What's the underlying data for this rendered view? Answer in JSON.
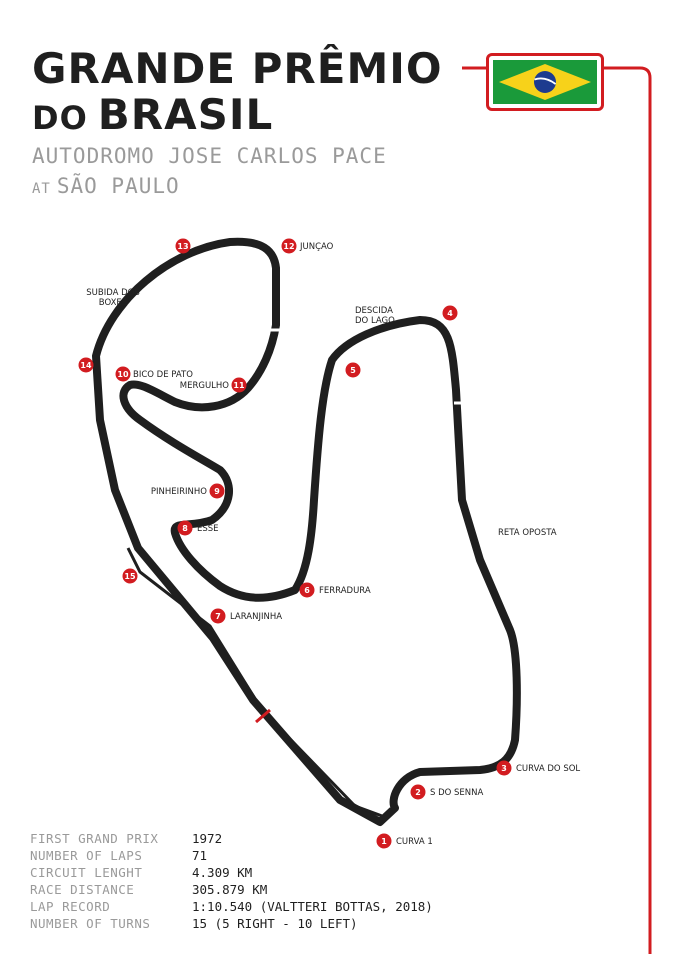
{
  "title": {
    "line1": "GRANDE PRÊMIO",
    "line2_small": "DO",
    "line2_big": "BRASIL"
  },
  "subtitle": {
    "circuit": "AUTODROMO JOSE CARLOS PACE",
    "at": "AT",
    "city": "SÃO PAULO"
  },
  "flag": {
    "icon": "brazil-flag-icon",
    "green": "#1a9a3a",
    "yellow": "#f7d21a",
    "blue": "#1d3b8f"
  },
  "colors": {
    "accent": "#d21c20",
    "track": "#1f1f1f"
  },
  "corners": [
    {
      "num": "1",
      "name": "CURVA 1"
    },
    {
      "num": "2",
      "name": "S DO SENNA"
    },
    {
      "num": "3",
      "name": "CURVA DO SOL"
    },
    {
      "num": "4",
      "name": "DESCIDA"
    },
    {
      "num": "5",
      "name": ""
    },
    {
      "num": "6",
      "name": "FERRADURA"
    },
    {
      "num": "7",
      "name": "LARANJINHA"
    },
    {
      "num": "8",
      "name": "ESSE"
    },
    {
      "num": "9",
      "name": "PINHEIRINHO"
    },
    {
      "num": "10",
      "name": "BICO DE PATO"
    },
    {
      "num": "11",
      "name": "MERGULHO"
    },
    {
      "num": "12",
      "name": "JUNÇAO"
    },
    {
      "num": "13",
      "name": ""
    },
    {
      "num": "14",
      "name": ""
    },
    {
      "num": "15",
      "name": ""
    }
  ],
  "extra_labels": {
    "descida_line2": "DO LAGO",
    "reta_oposta": "RETA OPOSTA",
    "subida_line1": "SUBIDA DOS",
    "subida_line2": "BOXES"
  },
  "stats": [
    {
      "label": "FIRST GRAND PRIX",
      "value": "1972"
    },
    {
      "label": "NUMBER OF LAPS",
      "value": "71"
    },
    {
      "label": "CIRCUIT LENGHT",
      "value": "4.309 KM"
    },
    {
      "label": "RACE DISTANCE",
      "value": "305.879 KM"
    },
    {
      "label": "LAP RECORD",
      "value": "1:10.540 (VALTTERI BOTTAS, 2018)"
    },
    {
      "label": "NUMBER OF TURNS",
      "value": "15 (5 RIGHT - 10 LEFT)"
    }
  ]
}
